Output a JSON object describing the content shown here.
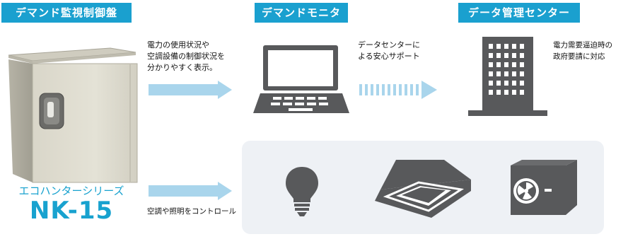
{
  "colors": {
    "tag_bg": "#1aa0cf",
    "brand_text": "#18a2cf",
    "arrow": "#a9d5ec",
    "icon": "#58595b",
    "panel_bg": "#eef1f5"
  },
  "tags": {
    "panel": "デマンド監視制御盤",
    "monitor": "デマンドモニタ",
    "datacenter": "データ管理センター"
  },
  "descriptions": {
    "panel_to_monitor": "電力の使用状況や\n空調設備の制御状況を\n分かりやすく表示。",
    "monitor_to_center": "データセンターに\nよる安心サポート",
    "center": "電力需要逼迫時の\n政府要請に対応",
    "control": "空調や照明をコントロール"
  },
  "product": {
    "series": "エコハンターシリーズ",
    "model": "NK-15"
  },
  "icons": [
    "control-cabinet-icon",
    "laptop-icon",
    "building-icon",
    "light-bulb-icon",
    "ceiling-air-conditioner-icon",
    "outdoor-ac-unit-icon"
  ]
}
